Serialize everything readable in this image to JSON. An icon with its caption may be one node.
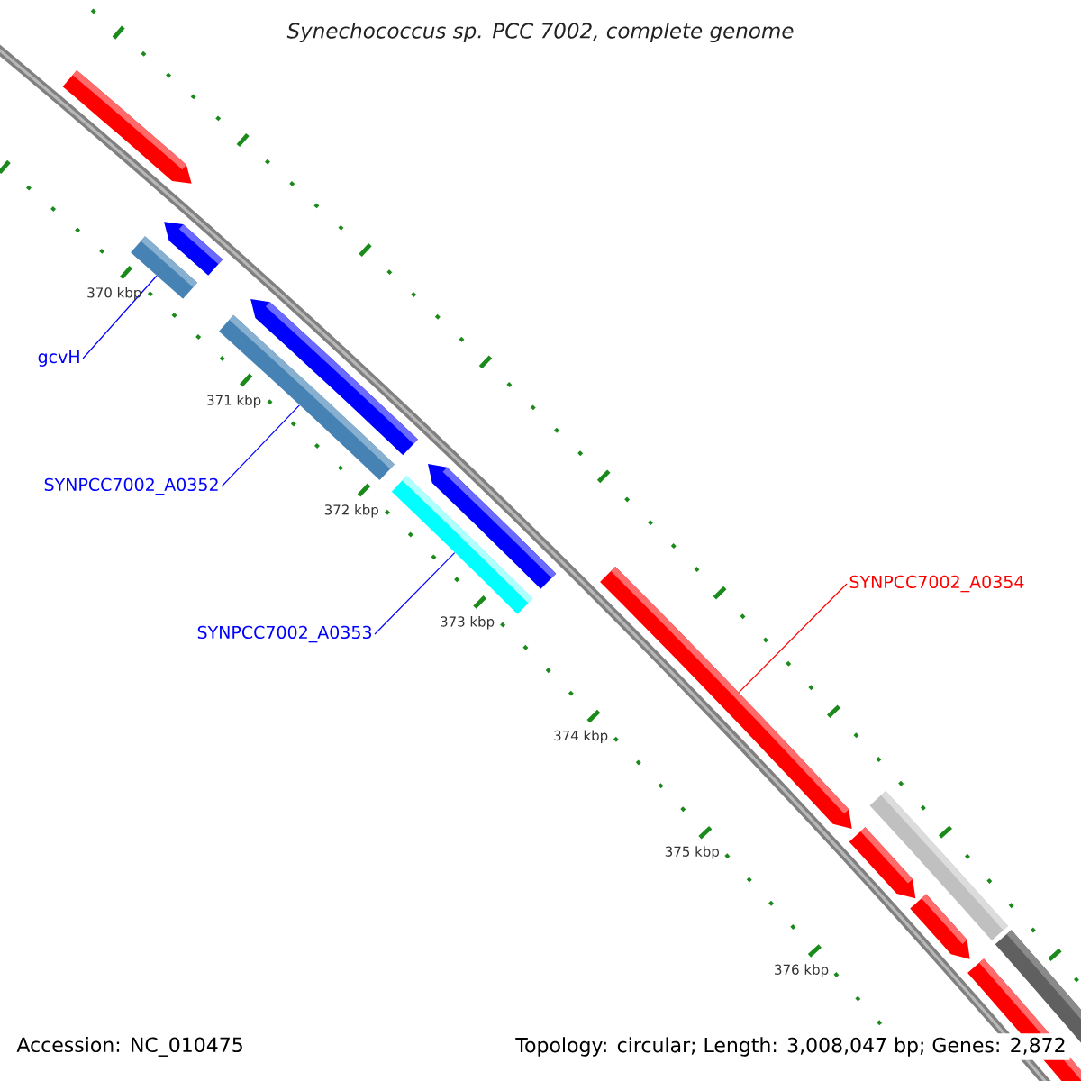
{
  "diagram": {
    "title": "Synechococcus sp. PCC 7002, complete genome",
    "nodes": [
      {
        "text": [
          "gcvH"
        ]
      },
      {
        "text": [],
        "shape": "bar"
      },
      {
        "text": [
          "SYNPCC7002_A0352"
        ]
      },
      {
        "text": [],
        "shape": "bar"
      },
      {
        "text": [
          "SYNPCC7002_A0353"
        ]
      },
      {
        "text": [],
        "shape": "bar"
      },
      {
        "text": [
          "SYNPCC7002_A0354"
        ]
      },
      {
        "text": [],
        "shape": "bar"
      }
    ],
    "edges": [
      {
        "from": 0,
        "to": 1,
        "arrow": "none"
      },
      {
        "from": 2,
        "to": 3,
        "arrow": "none"
      },
      {
        "from": 4,
        "to": 5,
        "arrow": "none"
      },
      {
        "from": 6,
        "to": 7,
        "arrow": "none",
        "color": "#ff0000"
      }
    ],
    "labels": [
      "370 kbp",
      "371 kbp",
      "372 kbp",
      "373 kbp",
      "374 kbp",
      "375 kbp",
      "376 kbp",
      "Accession: NC_010475",
      "Topology: circular; Length: 3,008,047 bp; Genes: 2,872"
    ]
  }
}
